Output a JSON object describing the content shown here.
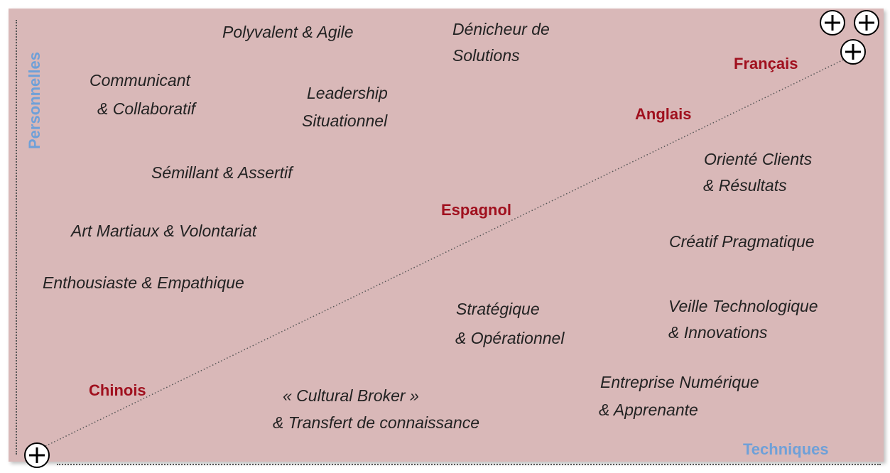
{
  "axes": {
    "vertical_label": "Personnelles",
    "horizontal_label": "Techniques"
  },
  "languages": [
    "Français",
    "Anglais",
    "Espagnol",
    "Chinois"
  ],
  "qualities": {
    "polyvalent": "Polyvalent & Agile",
    "denicheur_l1": "Dénicheur de",
    "denicheur_l2": "Solutions",
    "communicant_l1": "Communicant",
    "communicant_l2": "& Collaboratif",
    "leadership_l1": "Leadership",
    "leadership_l2": "Situationnel",
    "semillant": "Sémillant & Assertif",
    "art_martiaux": "Art Martiaux & Volontariat",
    "enthousiaste": "Enthousiaste & Empathique",
    "oriente_l1": "Orienté Clients",
    "oriente_l2": "& Résultats",
    "creatif": "Créatif Pragmatique",
    "strategique_l1": "Stratégique",
    "strategique_l2": "& Opérationnel",
    "veille_l1": "Veille Technologique",
    "veille_l2": "& Innovations",
    "entreprise_l1": "Entreprise Numérique",
    "entreprise_l2": "& Apprenante",
    "cultural_l1": "« Cultural Broker »",
    "cultural_l2": "& Transfert de connaissance"
  },
  "colors": {
    "background": "#d9b8b8",
    "language": "#a0101e",
    "axis_label": "#6fa0d8",
    "text": "#222222"
  },
  "icons": [
    "plus-circle-icon"
  ]
}
